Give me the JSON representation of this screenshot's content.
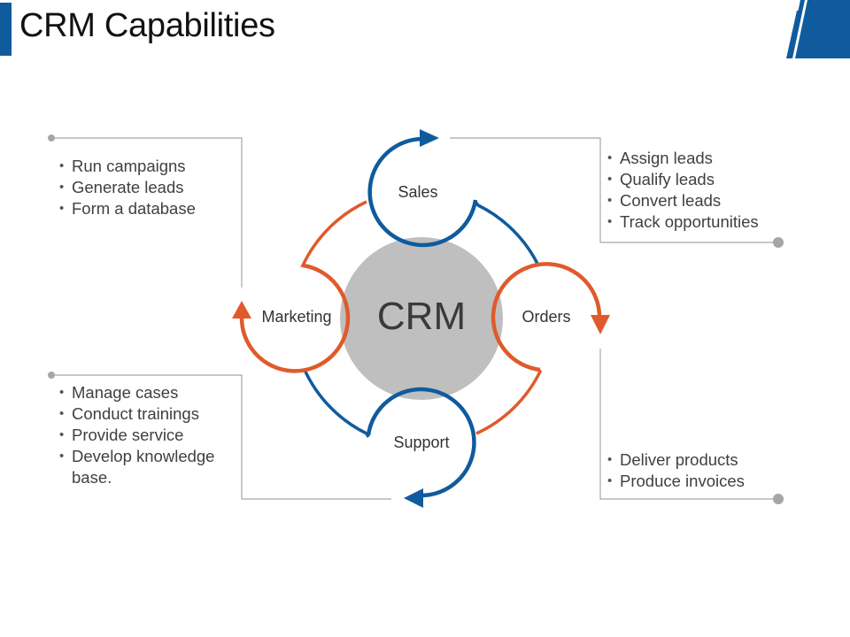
{
  "header": {
    "title": "CRM Capabilities"
  },
  "colors": {
    "accent_blue": "#0f5b9d",
    "accent_orange": "#e05a2b",
    "center_grey": "#bfbfbf",
    "connector_grey": "#a6a6a6",
    "text_dark": "#404040"
  },
  "diagram": {
    "center_label": "CRM",
    "nodes": [
      {
        "label": "Sales",
        "color": "blue",
        "icon": "arrow-right-icon"
      },
      {
        "label": "Orders",
        "color": "orange",
        "icon": "arrow-down-icon"
      },
      {
        "label": "Support",
        "color": "blue",
        "icon": "arrow-left-icon"
      },
      {
        "label": "Marketing",
        "color": "orange",
        "icon": "arrow-up-icon"
      }
    ]
  },
  "panels": {
    "marketing": {
      "items": [
        "Run campaigns",
        "Generate leads",
        "Form a database"
      ]
    },
    "sales": {
      "items": [
        "Assign leads",
        "Qualify leads",
        "Convert leads",
        "Track opportunities"
      ]
    },
    "support": {
      "items": [
        "Manage cases",
        "Conduct trainings",
        "Provide service",
        "Develop knowledge base."
      ]
    },
    "orders": {
      "items": [
        "Deliver products",
        "Produce invoices"
      ]
    }
  }
}
